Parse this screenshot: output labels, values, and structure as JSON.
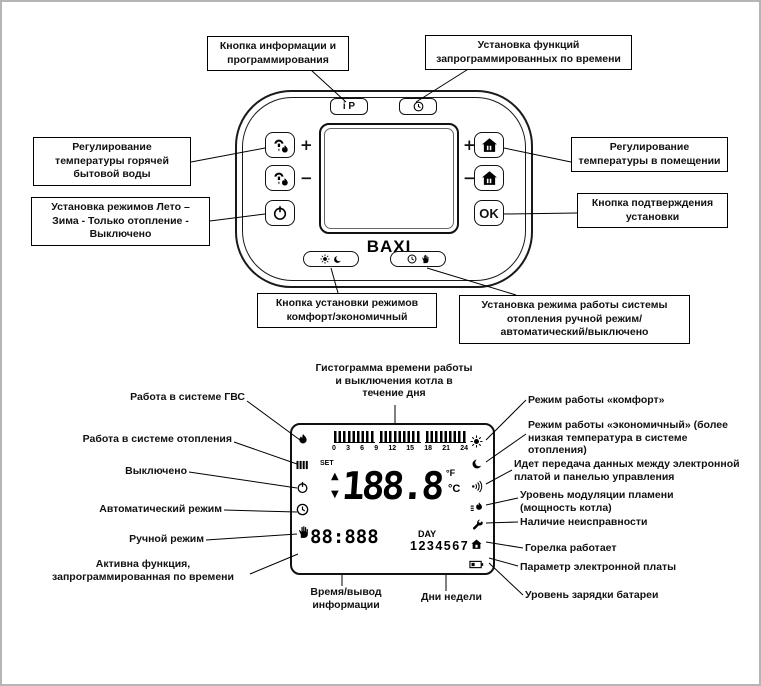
{
  "device": {
    "brand": "BAXI",
    "btn_info": "i P",
    "btn_ok": "OK",
    "plus": "+",
    "minus": "−"
  },
  "callouts": {
    "info_prog": "Кнопка информации и программирования",
    "timed_functions": "Установка функций запрограммированных по времени",
    "dhw_temp": "Регулирование температуры горячей бытовой воды",
    "season_modes": "Установка режимов Лето – Зима - Только отопление - Выключено",
    "room_temp": "Регулирование температуры в помещении",
    "confirm": "Кнопка подтверждения установки",
    "comfort_econom": "Кнопка установки режимов комфорт/экономичный",
    "heating_mode": "Установка режима работы системы отопления ручной режим/автоматический/выключено"
  },
  "legend": {
    "histogram_title": "Гистограмма времени работы и выключения котла в течение дня",
    "left": [
      "Работа в системе ГВС",
      "Работа в системе отопления",
      "Выключено",
      "Автоматический режим",
      "Ручной режим",
      "Активна функция, запрограммированная по времени"
    ],
    "right": [
      "Режим работы «комфорт»",
      "Режим работы «экономичный» (более низкая температура в системе отопления)",
      "Идет передача данных между электронной платой и панелью управления",
      "Уровень модуляции пламени (мощность котла)",
      "Наличие неисправности",
      "Горелка работает",
      "Параметр электронной платы",
      "Уровень зарядки батареи"
    ],
    "bottom_time": "Время/вывод информации",
    "bottom_days": "Дни недели"
  },
  "lcd": {
    "set": "SET",
    "temp": "188.8",
    "deg_f": "°F",
    "deg_c": "°C",
    "scale": [
      "0",
      "3",
      "6",
      "9",
      "12",
      "15",
      "18",
      "21",
      "24"
    ],
    "time": "88:888",
    "day": "DAY",
    "days": "1234567"
  },
  "icons": {
    "up_triangle": "▲",
    "down_triangle": "▼"
  }
}
